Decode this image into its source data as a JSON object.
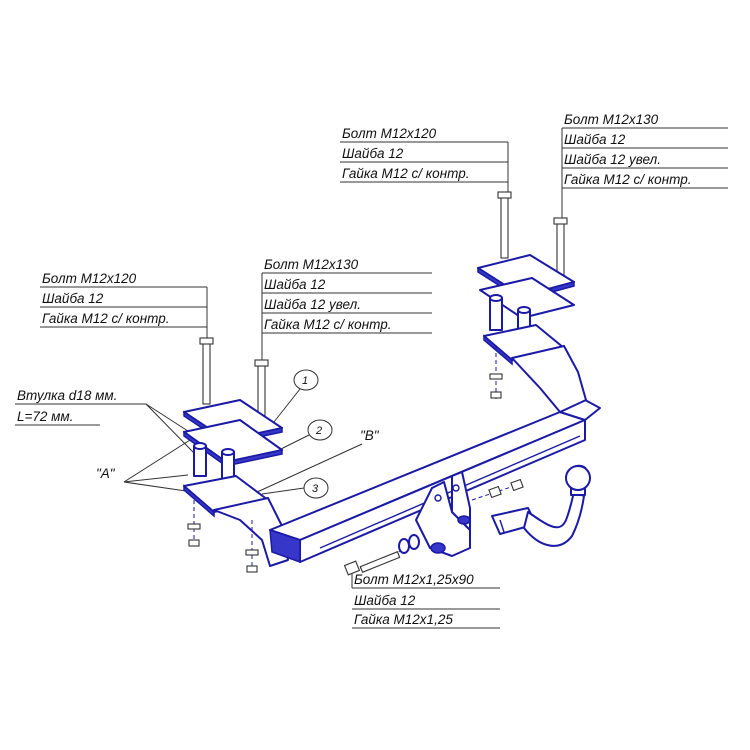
{
  "labels": {
    "left_bolt_a": [
      "Болт М12х120",
      "Шайба 12",
      "Гайка М12 с/ контр."
    ],
    "left_bolt_b": [
      "Болт М12х130",
      "Шайба 12",
      "Шайба 12 увел.",
      "Гайка М12 с/ контр."
    ],
    "right_bolt_a": [
      "Болт М12х120",
      "Шайба 12",
      "Гайка М12 с/ контр."
    ],
    "right_bolt_b": [
      "Болт М12х130",
      "Шайба 12",
      "Шайба 12 увел.",
      "Гайка М12 с/ контр."
    ],
    "bushing": [
      "Втулка d18 мм.",
      "L=72 мм."
    ],
    "detail_a": "\"A\"",
    "detail_b": "\"B\"",
    "bottom_bolt": [
      "Болт М12х1,25х90",
      "Шайба 12",
      "Гайка М12х1,25"
    ]
  },
  "callouts": [
    "1",
    "2",
    "3"
  ],
  "colors": {
    "part_stroke": "#1a1aa6",
    "part_fill": "#3636c8",
    "leader": "#333333"
  }
}
